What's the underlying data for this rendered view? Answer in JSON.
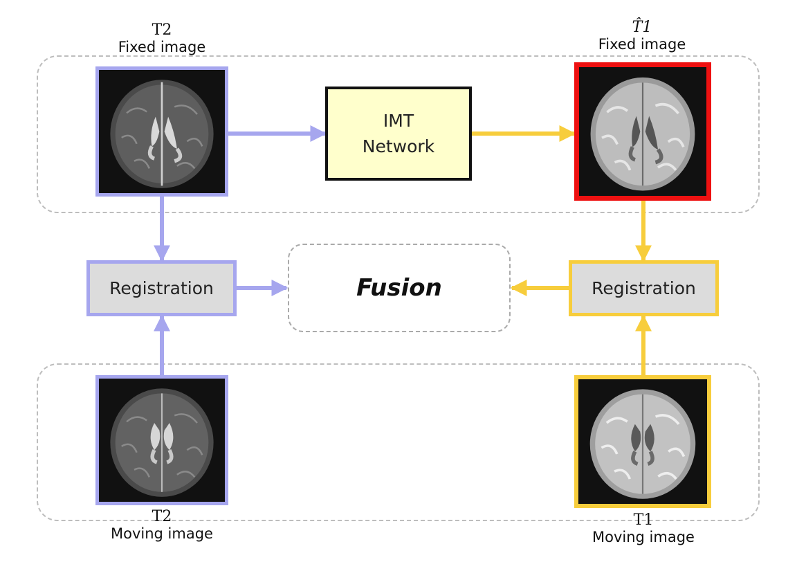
{
  "labels": {
    "t2_fixed": {
      "modality": "T2",
      "caption": "Fixed image"
    },
    "t1hat_fixed": {
      "modality": "T̂1",
      "caption": "Fixed image"
    },
    "t2_moving": {
      "modality": "T2",
      "caption": "Moving image"
    },
    "t1_moving": {
      "modality": "T1",
      "caption": "Moving image"
    }
  },
  "boxes": {
    "imt_line1": "IMT",
    "imt_line2": "Network",
    "registration_left": "Registration",
    "registration_right": "Registration",
    "fusion": "Fusion"
  },
  "colors": {
    "t2_path": "#a6a6ee",
    "t1_path": "#f7cd3c",
    "synthesized_border": "#ee1111",
    "frame_dash": "#bdbdbd"
  }
}
